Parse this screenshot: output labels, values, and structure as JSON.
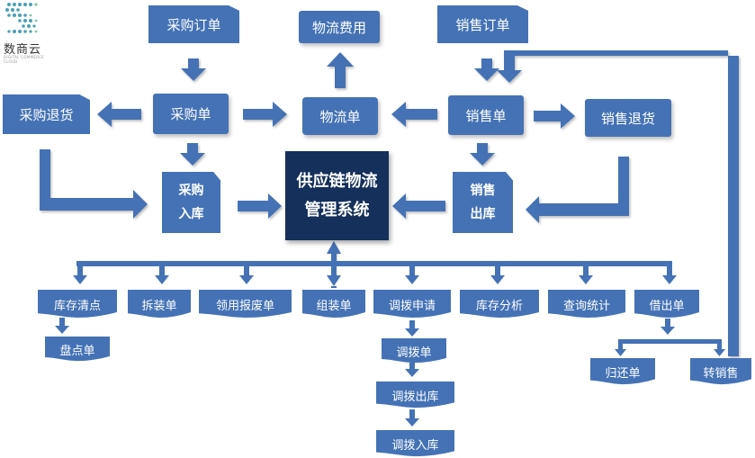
{
  "brand": {
    "name": "数商云",
    "tagline": "DIGITAL COMMERCE CLOUD"
  },
  "colors": {
    "node": "#4472b5",
    "arrow": "#4472b5",
    "center": "#14305b"
  },
  "center": {
    "line1": "供应链物流",
    "line2": "管理系统"
  },
  "nodes": {
    "purchase_order": "采购订单",
    "logistics_fee": "物流费用",
    "sales_order": "销售订单",
    "purchase_return": "采购退货",
    "purchase_doc": "采购单",
    "logistics_doc": "物流单",
    "sales_doc": "销售单",
    "sales_return": "销售退货",
    "purchase_in_1": "采购",
    "purchase_in_2": "入库",
    "sales_out_1": "销售",
    "sales_out_2": "出库"
  },
  "bottom_modules": {
    "stocktake": "库存清点",
    "disassembly": "拆装单",
    "requisition": "领用报废单",
    "assembly": "组装单",
    "transfer_request": "调拨申请",
    "inventory_analysis": "库存分析",
    "query_stats": "查询统计",
    "loan_out": "借出单"
  },
  "sub_nodes": {
    "stocktake_doc": "盘点单",
    "transfer_doc": "调拨单",
    "transfer_out": "调拨出库",
    "transfer_in": "调拨入库",
    "return_doc": "归还单",
    "to_sales": "转销售"
  }
}
